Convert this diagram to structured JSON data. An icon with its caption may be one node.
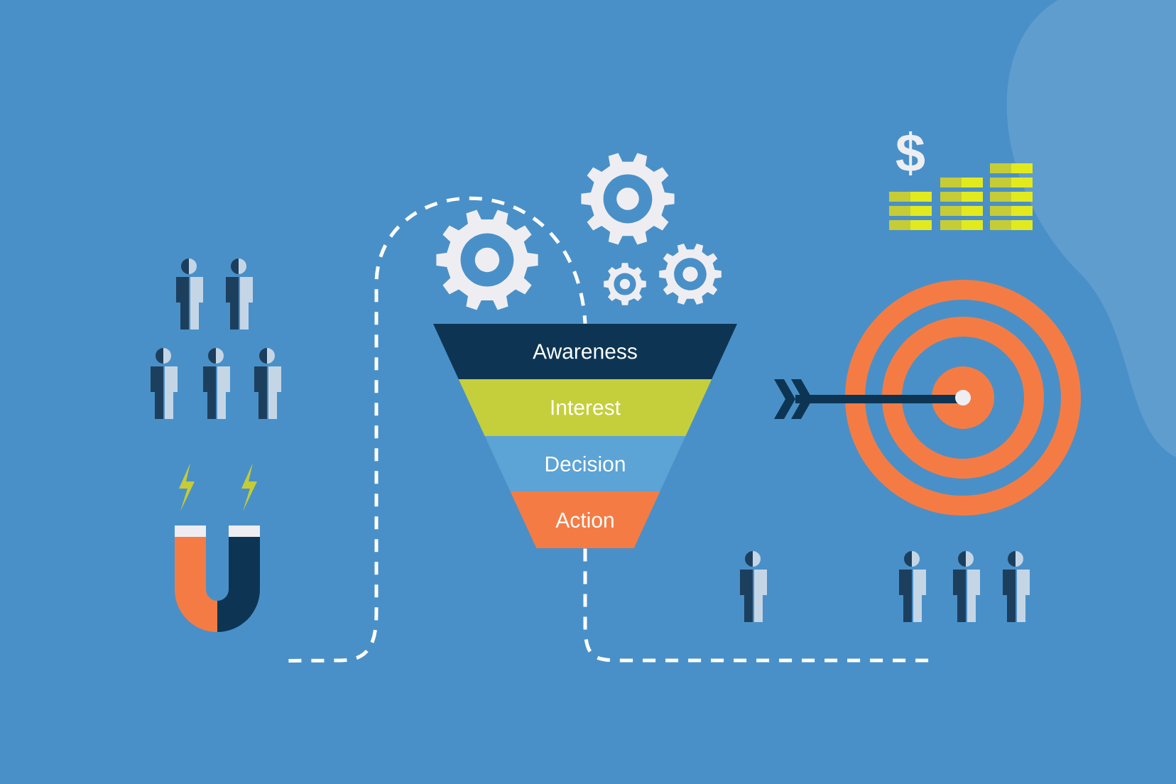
{
  "diagram": {
    "nodes": [
      {
        "text": [
          "Awareness"
        ]
      },
      {
        "text": [
          "Interest"
        ]
      },
      {
        "text": [
          "Decision"
        ]
      },
      {
        "text": [
          "Action"
        ]
      },
      {
        "text": [],
        "shape": "picture"
      }
    ],
    "edges": [
      {
        "from": 4,
        "to": 0,
        "arrow": "none",
        "style": "dashed"
      },
      {
        "from": 3,
        "to": null,
        "arrow": "none",
        "style": "dashed"
      }
    ],
    "labels": [
      "$"
    ]
  }
}
